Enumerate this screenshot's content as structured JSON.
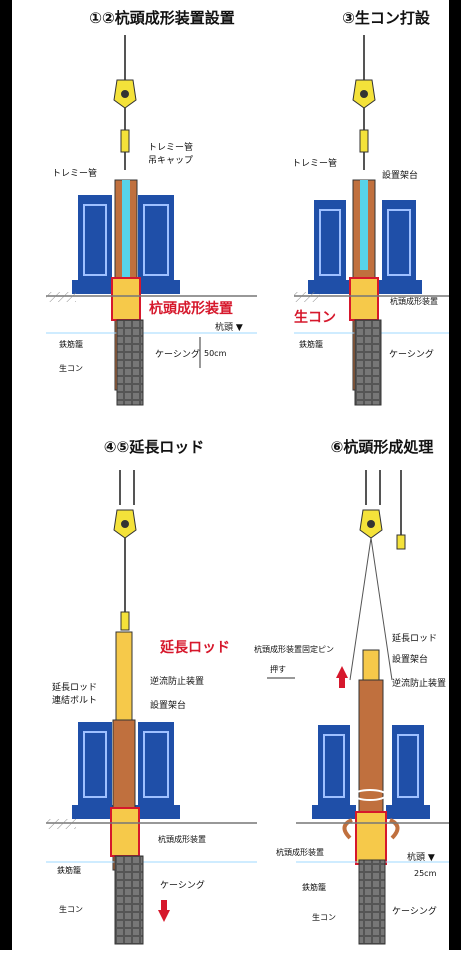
{
  "panels": [
    {
      "title": "①②杭頭成形装置設置",
      "big_label": "杭頭成形装置",
      "labels": {
        "tremie_left": "トレミー管",
        "tremie_cap_1": "トレミー管",
        "tremie_cap_2": "吊キャップ",
        "pile_head": "杭頭 ▼",
        "dim": "50cm",
        "rebar": "鉄筋籠",
        "casing": "ケーシング",
        "concrete": "生コン"
      }
    },
    {
      "title": "③生コン打設",
      "big_label": "生コン",
      "labels": {
        "tremie": "トレミー管",
        "frame": "設置架台",
        "device": "杭頭成形装置",
        "rebar": "鉄筋籠",
        "casing": "ケーシング"
      }
    },
    {
      "title": "④⑤延長ロッド",
      "big_label": "延長ロッド",
      "labels": {
        "bolt_1": "延長ロッド",
        "bolt_2": "連結ボルト",
        "backflow": "逆流防止装置",
        "frame": "設置架台",
        "device": "杭頭成形装置",
        "rebar": "鉄筋籠",
        "casing": "ケーシング",
        "concrete": "生コン"
      }
    },
    {
      "title": "⑥杭頭形成処理",
      "labels": {
        "pin": "杭頭成形装置固定ピン",
        "push": "押す",
        "rod": "延長ロッド",
        "frame": "設置架台",
        "backflow": "逆流防止装置",
        "device": "杭頭成形装置",
        "pile_head": "杭頭 ▼",
        "dim": "25cm",
        "rebar": "鉄筋籠",
        "casing": "ケーシング",
        "concrete": "生コン"
      }
    }
  ],
  "colors": {
    "pipe": "#c0703e",
    "machine": "#1f4fa8",
    "highlight": "#d6182c",
    "hook": "#f4e23a",
    "water": "#57d3e8",
    "device": "#f6c94a"
  }
}
